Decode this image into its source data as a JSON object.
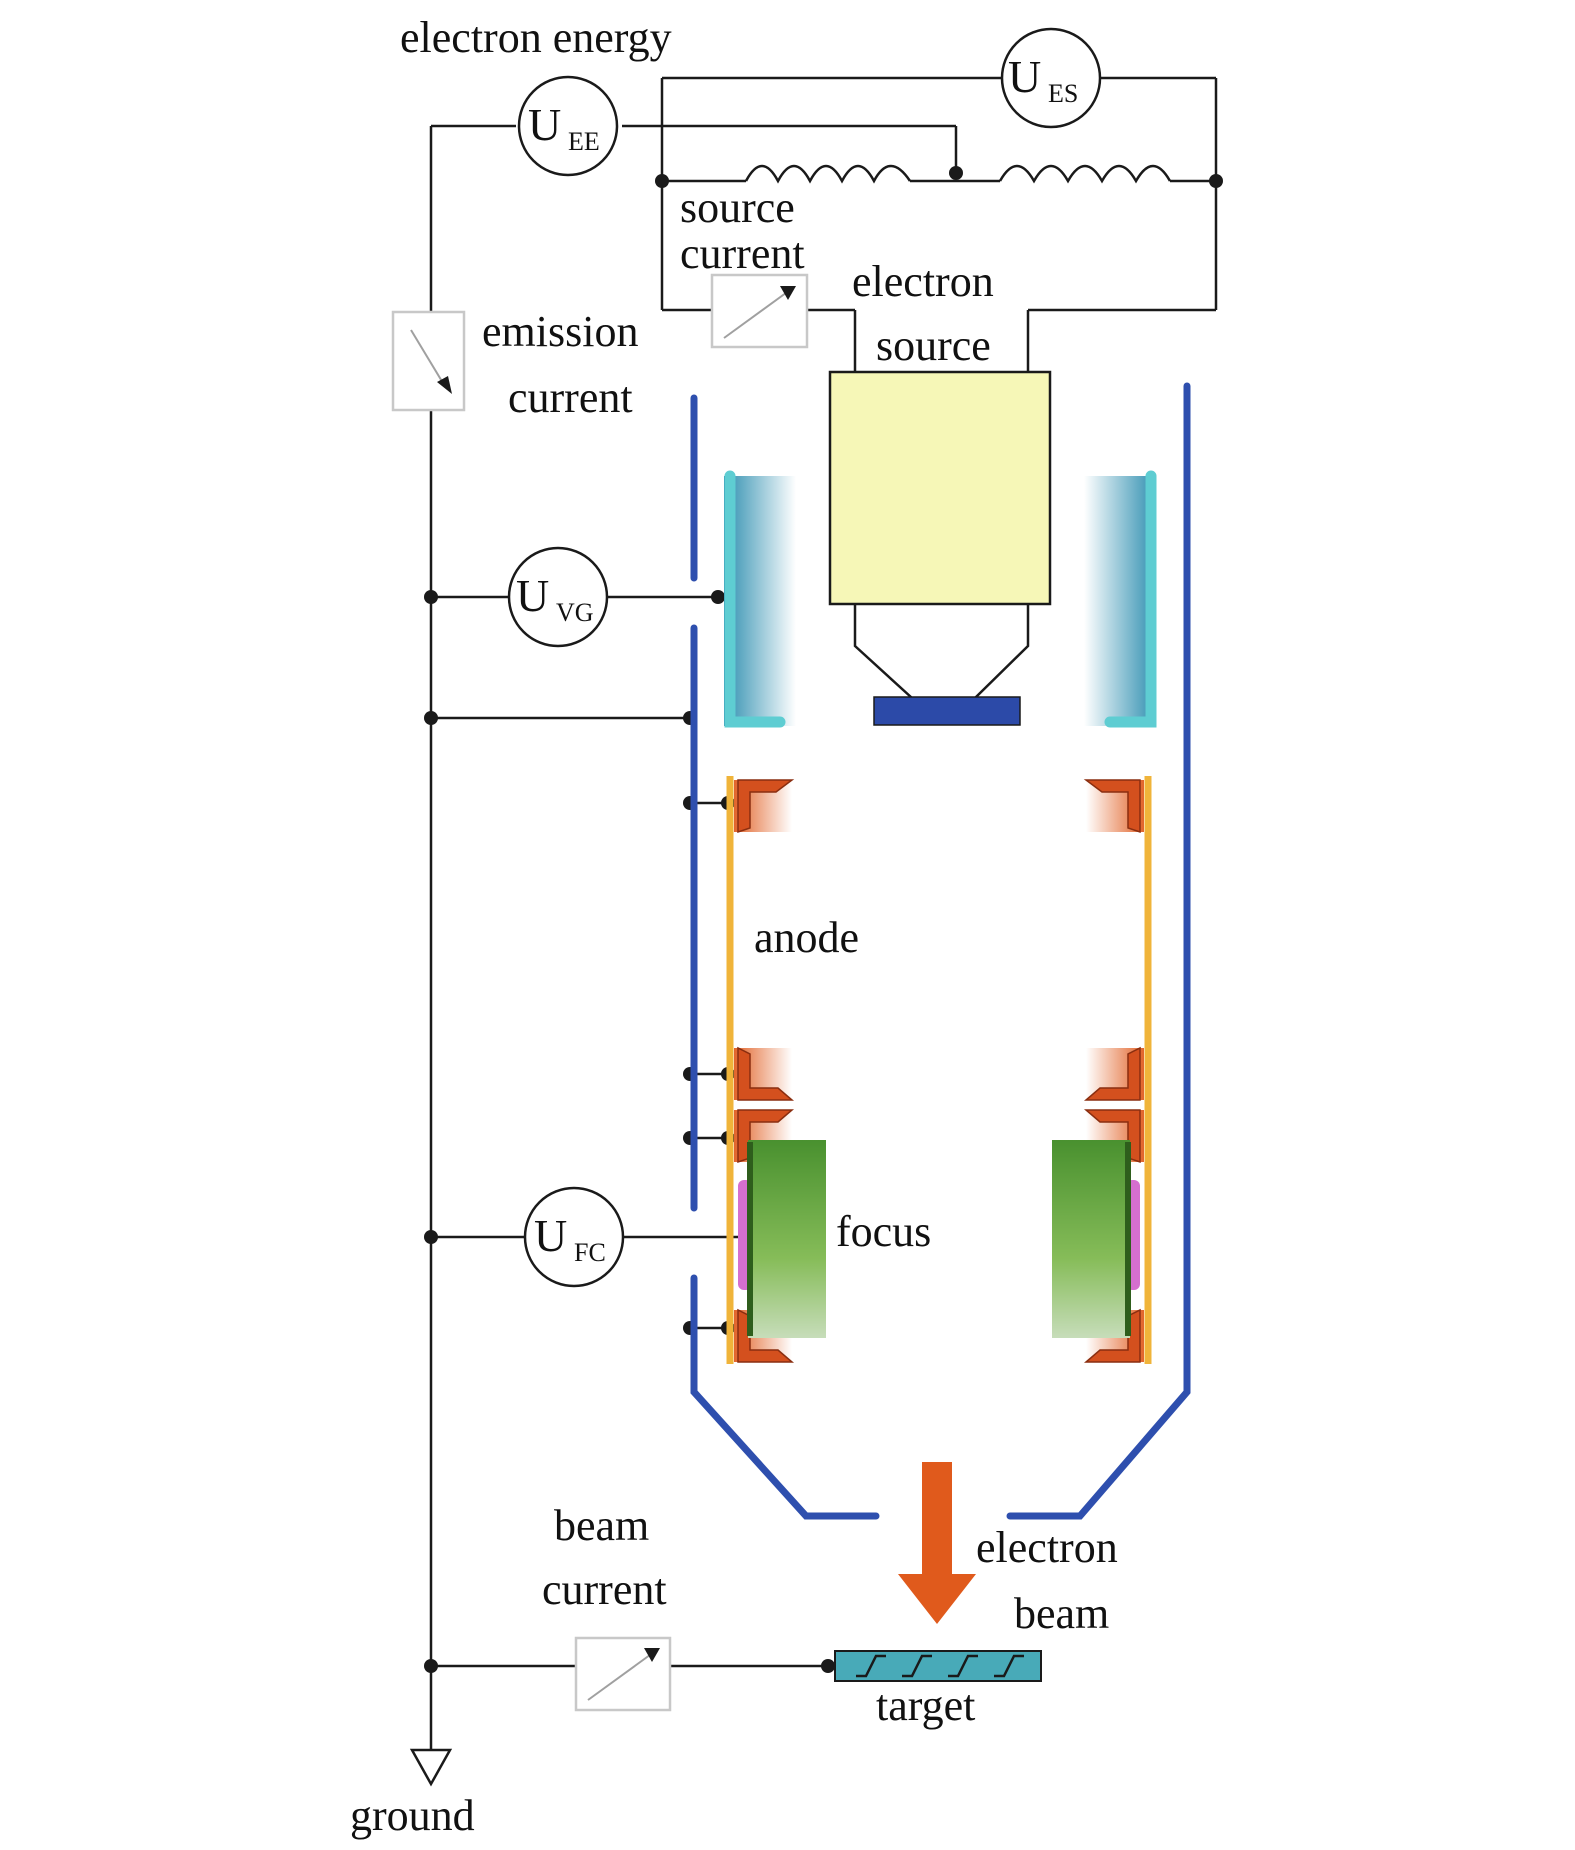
{
  "labels": {
    "electron_energy": "electron energy",
    "source_current_1": "source",
    "source_current_2": "current",
    "electron_source_1": "electron",
    "electron_source_2": "source",
    "emission_current_1": "emission",
    "emission_current_2": "current",
    "anode": "anode",
    "focus": "focus",
    "beam_current_1": "beam",
    "beam_current_2": "current",
    "electron_beam_1": "electron",
    "electron_beam_2": "beam",
    "target": "target",
    "ground": "ground"
  },
  "voltages": {
    "ues": {
      "main": "U",
      "sub": "ES"
    },
    "uee": {
      "main": "U",
      "sub": "EE"
    },
    "uvg": {
      "main": "U",
      "sub": "VG"
    },
    "ufc": {
      "main": "U",
      "sub": "FC"
    }
  },
  "colors": {
    "wire": "#1a1a1a",
    "housing": "#2e4fae",
    "source_block": "#f6f7b7",
    "cathode": "#2c4aa8",
    "grid_electrode": "#5ecdd2",
    "anode_rail": "#f0b43a",
    "anode_flange": "#d4501e",
    "focus_coil": "#5e9d3a",
    "focus_insulator": "#d56fcf",
    "beam_arrow": "#e05a1c",
    "target_fill": "#48aab8"
  },
  "icons": [
    "ammeter-icon",
    "voltmeter-icon",
    "ground-icon",
    "heater-coil-icon"
  ]
}
